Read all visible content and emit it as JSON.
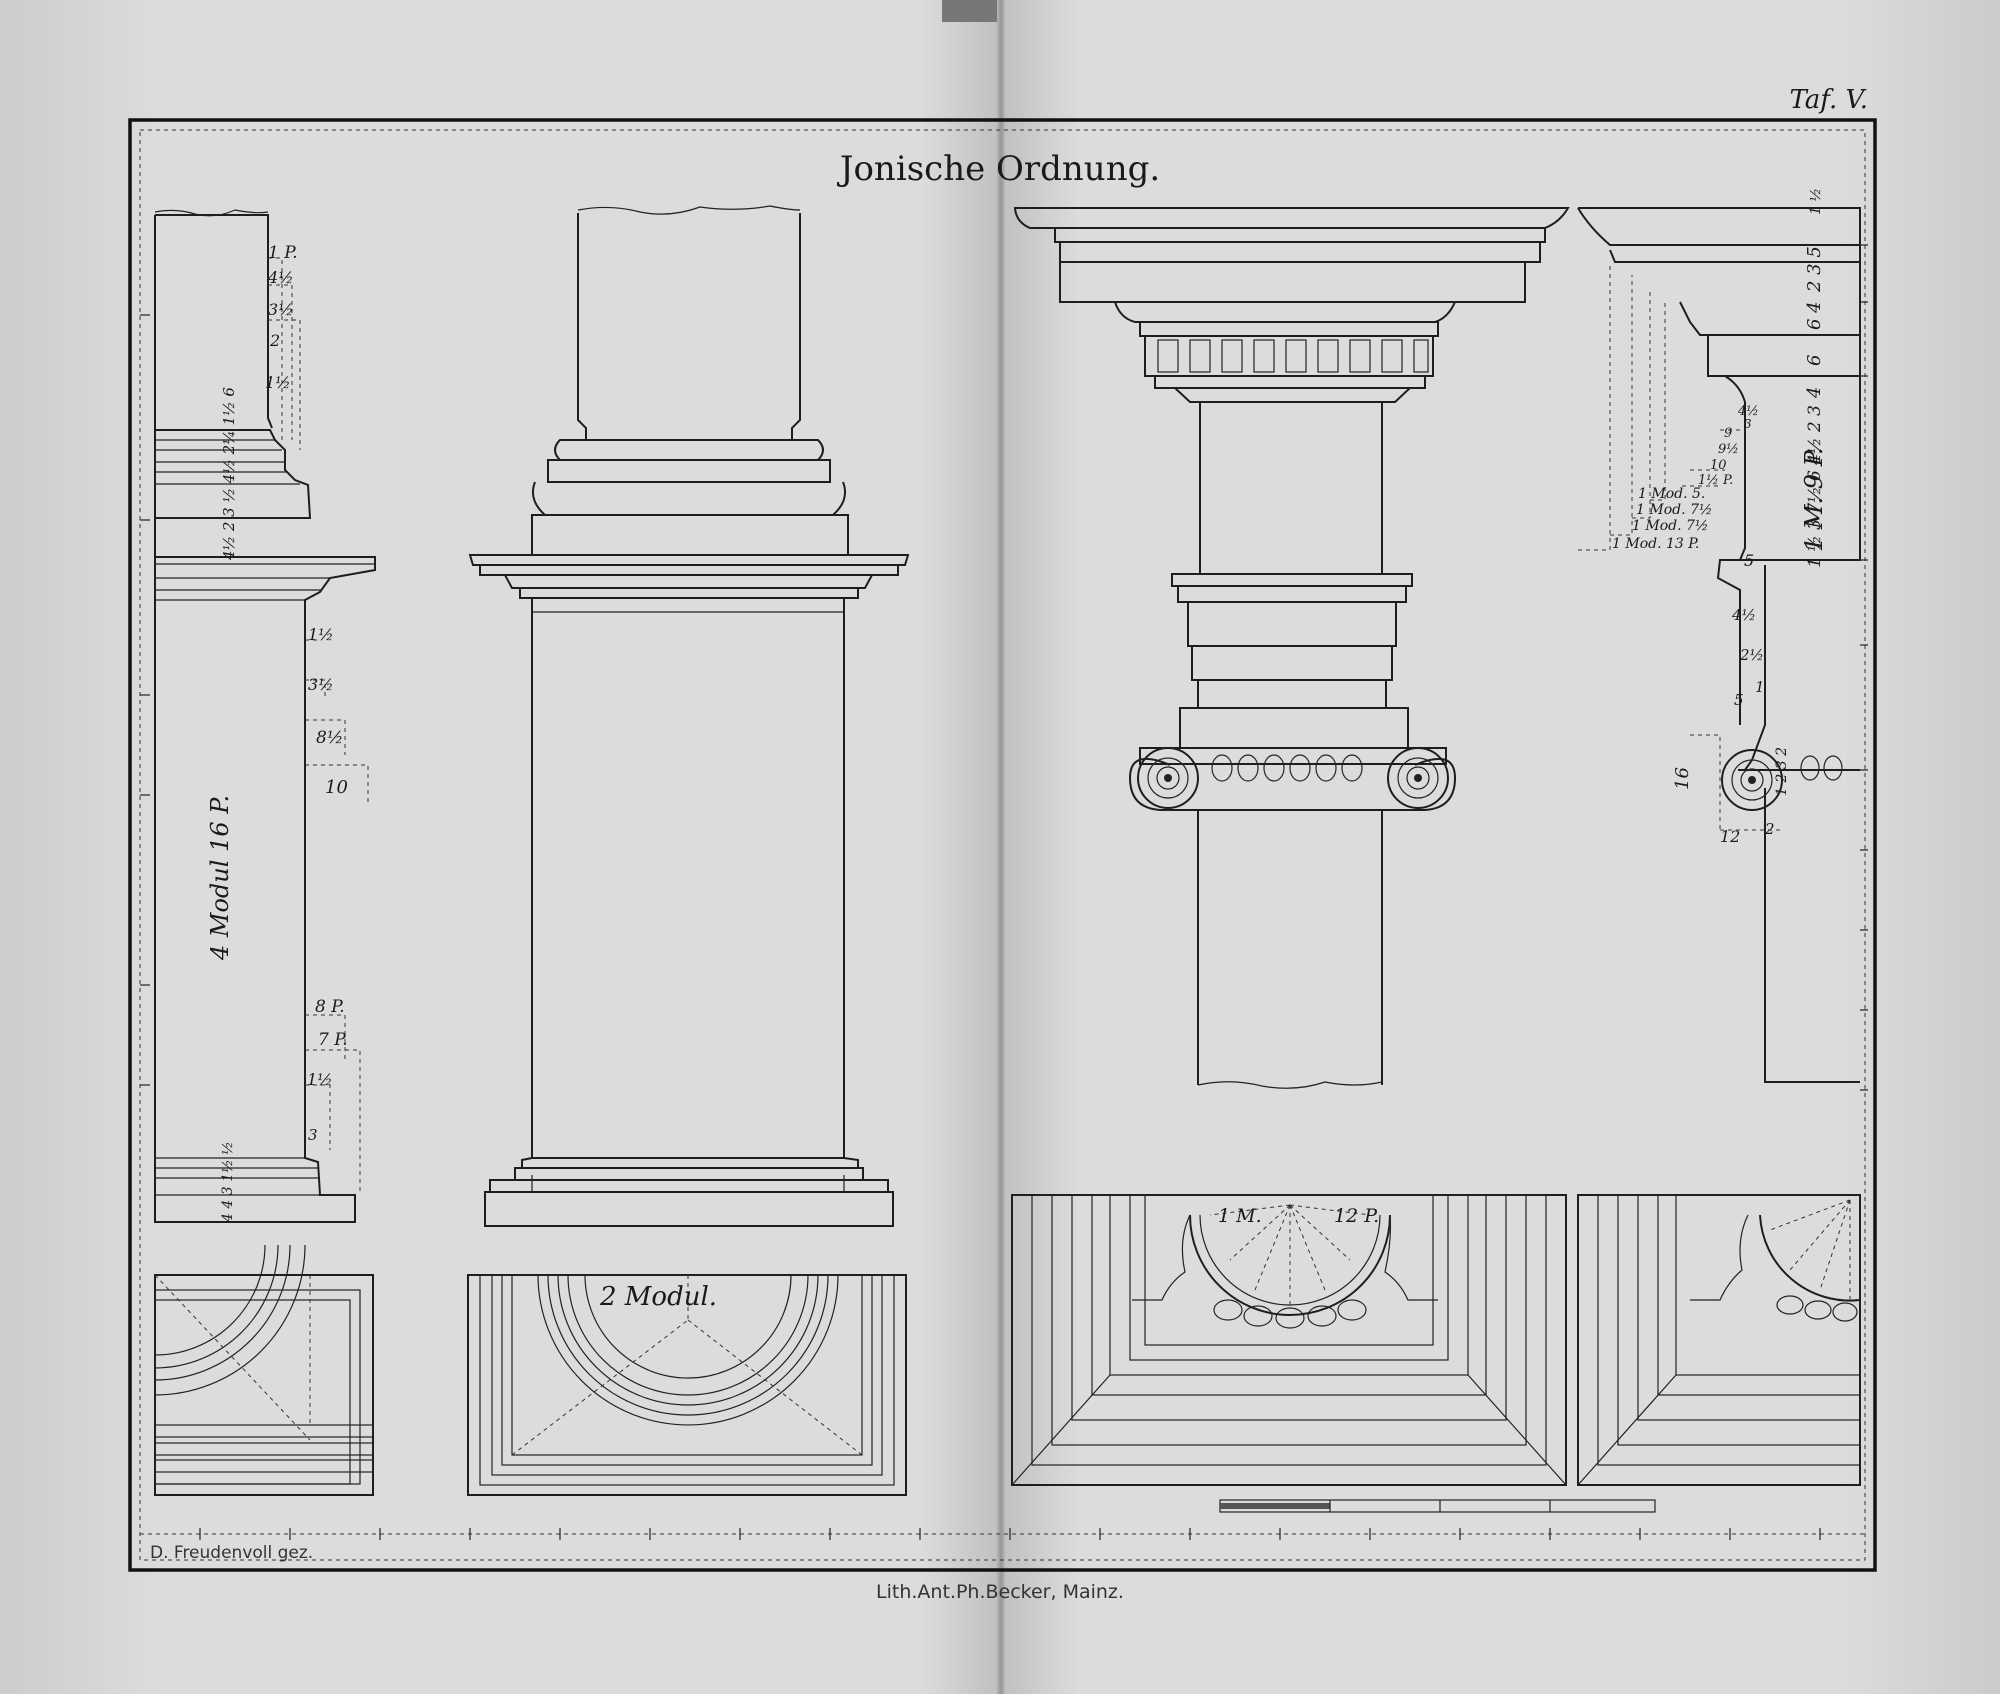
{
  "plate": {
    "title": "Jonische Ordnung.",
    "plate_number": "Taf. V.",
    "draftsman": "D. Freudenvoll gez.",
    "lithographer": "Lith.Ant.Ph.Becker, Mainz."
  },
  "pedestal_profile": {
    "total": "4 Modul 16 P.",
    "upper": [
      "1 P.",
      "4½",
      "3½",
      "2",
      "1½"
    ],
    "base_stack": "4½ 2 3 ½ 4½ 2¼ 1½ 6",
    "middle": [
      "1½",
      "3½",
      "8½",
      "10"
    ],
    "lower": [
      "8 P.",
      "7 P.",
      "1½",
      "3"
    ],
    "foot_stack": "4 4 3 1½ ½"
  },
  "pedestal_elevation": {
    "width_label": "2 Modul."
  },
  "entablature_profile": {
    "cornice_stack": [
      "1 ½",
      "2 3 5",
      "6 4",
      "6",
      "4",
      "1 M. 9 P."
    ],
    "small": [
      "4½",
      "3",
      "9",
      "9½",
      "10",
      "1½ P."
    ],
    "modules": [
      "1 Mod. 5.",
      "1 Mod. 7½",
      "1 Mod. 7½",
      "1 Mod. 13 P."
    ],
    "five": "5",
    "capital_stack": "1 ½ 3 7½ 6 4½ 2 3",
    "capital_small": [
      "4½",
      "2½",
      "1",
      "5"
    ],
    "volute_height": "16",
    "volute_width": "12",
    "volute_side": "2",
    "volute_stack": "1 2 3 2"
  },
  "capital_plan": {
    "label_module": "1 M.",
    "label_parts": "12 P."
  }
}
